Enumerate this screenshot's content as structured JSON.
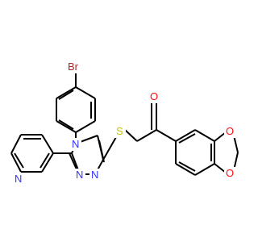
{
  "molecule": {
    "atoms": [
      {
        "id": "br",
        "symbol": "Br",
        "color": "#a62929"
      },
      {
        "id": "n4",
        "symbol": "N",
        "color": "#3333ff"
      },
      {
        "id": "n_py",
        "symbol": "N",
        "color": "#3333ff"
      },
      {
        "id": "n1",
        "symbol": "N",
        "color": "#3333ff"
      },
      {
        "id": "n2",
        "symbol": "N",
        "color": "#3333ff"
      },
      {
        "id": "s",
        "symbol": "S",
        "color": "#c6c600"
      },
      {
        "id": "o_ket",
        "symbol": "O",
        "color": "#ff0d0d"
      },
      {
        "id": "o_a",
        "symbol": "O",
        "color": "#ff0d0d"
      },
      {
        "id": "o_b",
        "symbol": "O",
        "color": "#ff0d0d"
      }
    ],
    "bond_color": "#000000",
    "background": "#ffffff"
  }
}
